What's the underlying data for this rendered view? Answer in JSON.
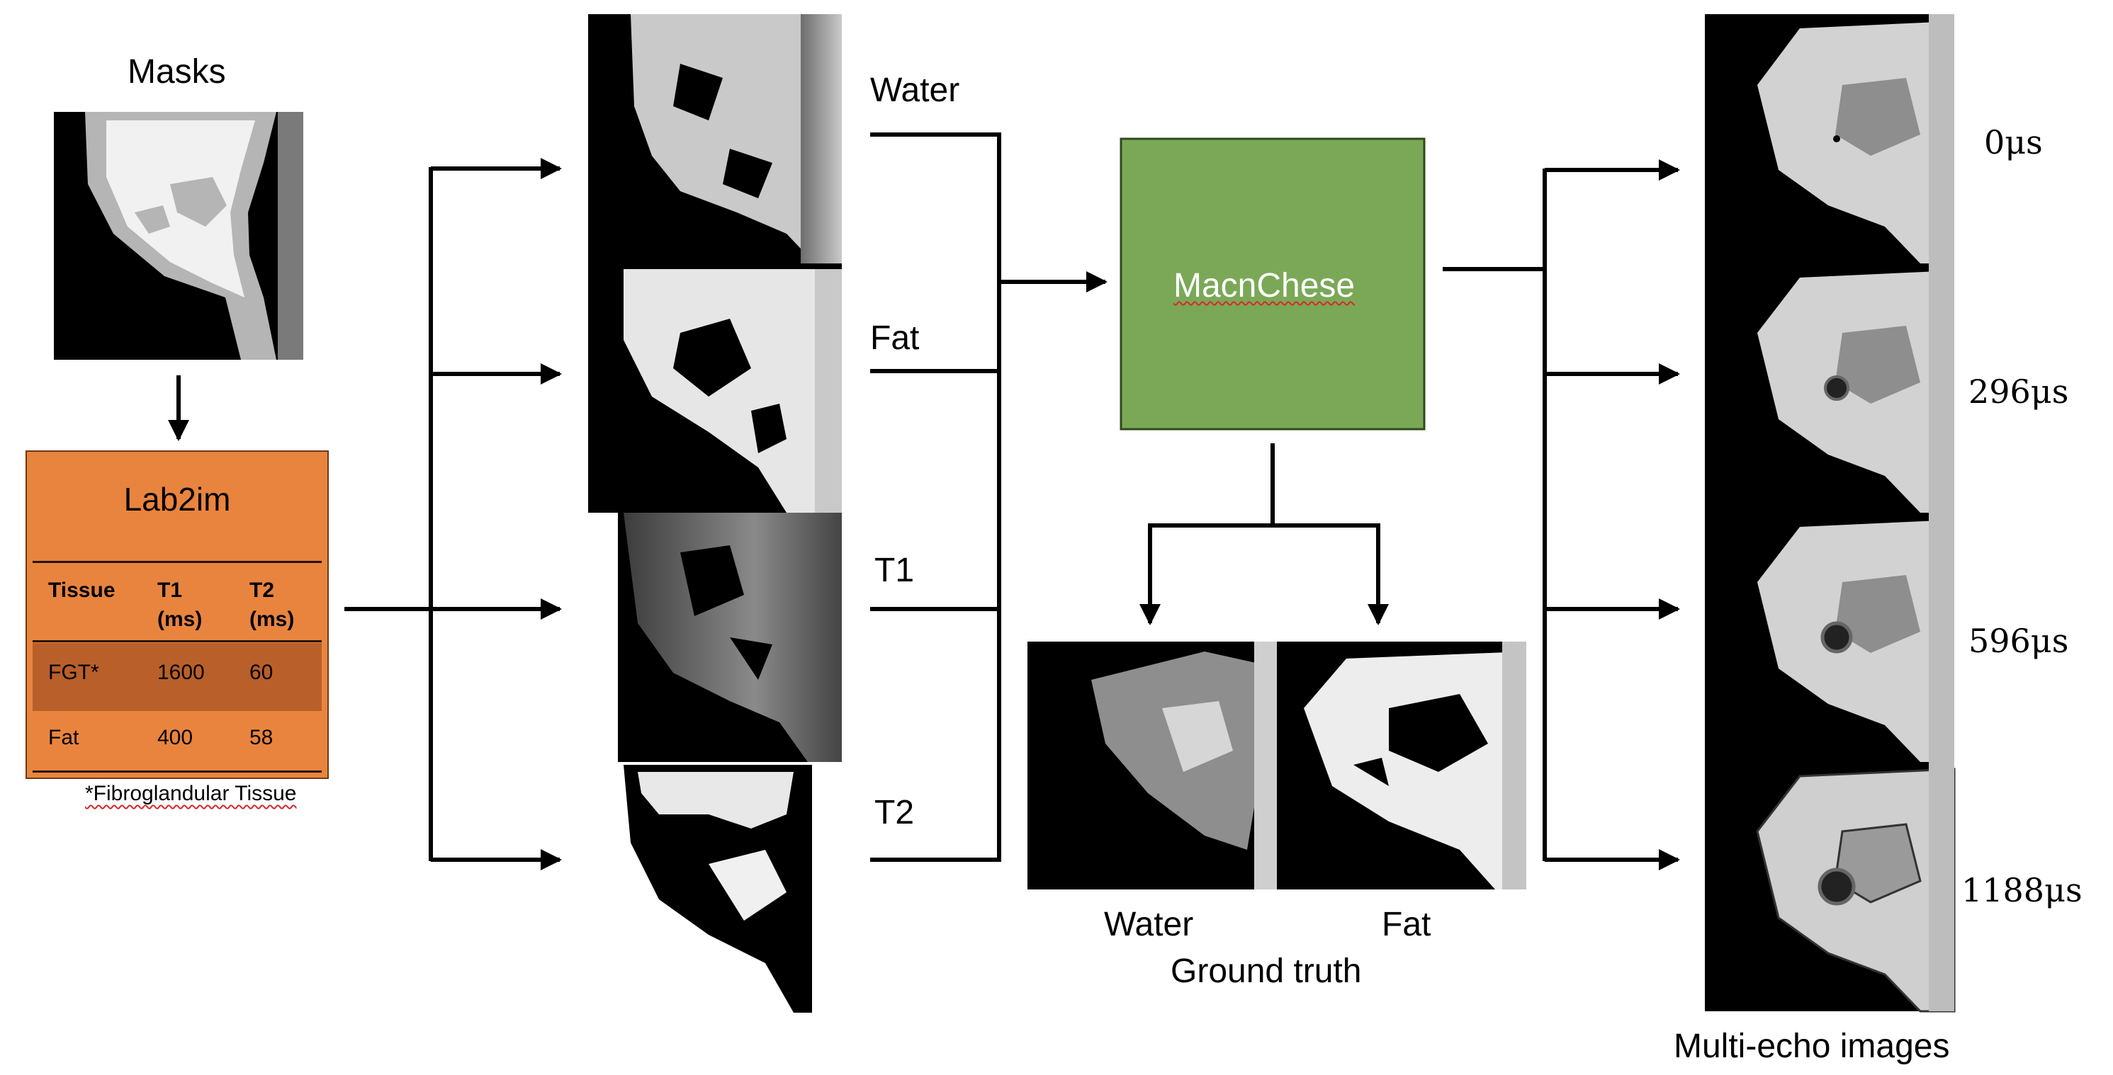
{
  "masks_label": "Masks",
  "lab2im": {
    "title": "Lab2im",
    "headers": [
      "Tissue",
      "T1\n(ms)",
      "T2\n(ms)"
    ],
    "rows": [
      [
        "FGT*",
        "1600",
        "60"
      ],
      [
        "Fat",
        "400",
        "58"
      ]
    ],
    "footnote": "*Fibroglandular Tissue"
  },
  "maps": [
    "Water",
    "Fat",
    "T1",
    "T2"
  ],
  "simulator_label": "MacnChese",
  "ground_truth": {
    "labels": [
      "Water",
      "Fat"
    ],
    "caption": "Ground truth"
  },
  "echo_times": [
    "0μs",
    "296μs",
    "596μs",
    "1188μs"
  ],
  "output_caption": "Multi-echo images",
  "colors": {
    "lab2im_fill": "#e9843f",
    "simulator_fill": "#7ba857",
    "arrow": "#000000"
  }
}
